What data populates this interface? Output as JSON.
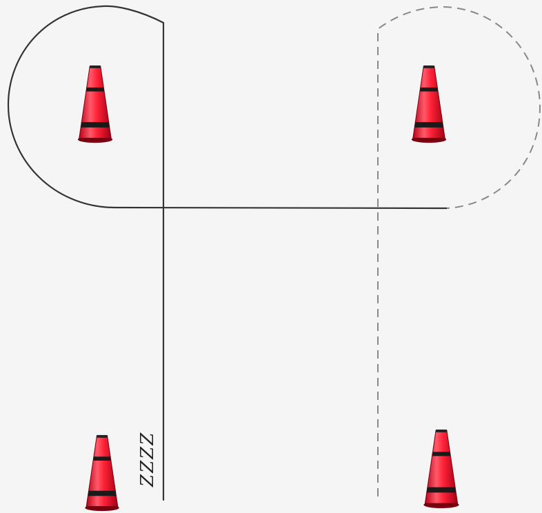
{
  "diagram": {
    "zigzag_text": "ZZZZ",
    "colors": {
      "background": "#f5f5f5",
      "solid_path": "#333333",
      "dashed_path": "#888888",
      "cone_body": "#e8102a",
      "cone_highlight": "#ff6b7a",
      "cone_stripe": "#1a1a1a"
    },
    "cones": [
      {
        "name": "cone-top-left",
        "icon": "traffic-cone-icon"
      },
      {
        "name": "cone-top-right",
        "icon": "traffic-cone-icon"
      },
      {
        "name": "cone-bottom-left",
        "icon": "traffic-cone-icon"
      },
      {
        "name": "cone-bottom-right",
        "icon": "traffic-cone-icon"
      }
    ]
  }
}
